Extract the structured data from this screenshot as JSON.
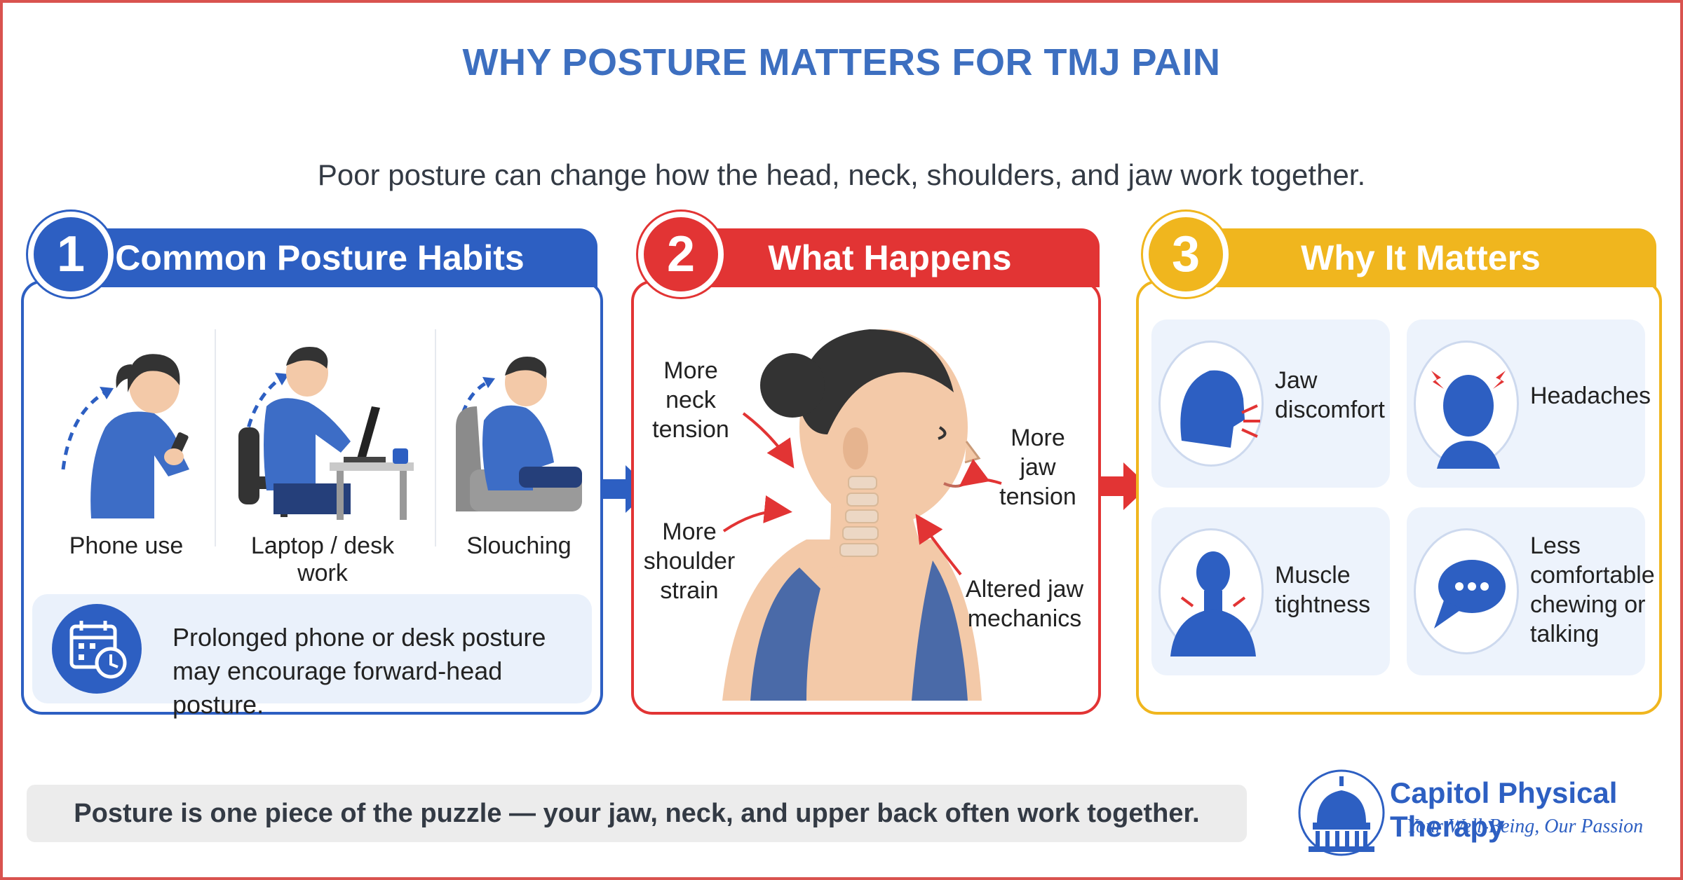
{
  "title": "WHY POSTURE MATTERS FOR TMJ PAIN",
  "subtitle": "Poor posture can change how the head, neck, shoulders, and jaw work together.",
  "colors": {
    "blue": "#2d5fc2",
    "red": "#e23434",
    "yellow": "#f0b61e",
    "title": "#3d6fc0"
  },
  "sections": [
    {
      "number": "1",
      "heading": "Common Posture Habits",
      "habits": [
        {
          "label": "Phone use",
          "icon": "person-phone-icon"
        },
        {
          "label": "Laptop / desk work",
          "icon": "person-laptop-icon"
        },
        {
          "label": "Slouching",
          "icon": "person-slouching-icon"
        }
      ],
      "note_icon": "calendar-clock-icon",
      "note_line1": "Prolonged phone or desk posture",
      "note_line2": "may encourage forward-head posture."
    },
    {
      "number": "2",
      "heading": "What Happens",
      "labels": {
        "neck": [
          "More",
          "neck",
          "tension"
        ],
        "shoulder": [
          "More",
          "shoulder",
          "strain"
        ],
        "jaw": [
          "More",
          "jaw",
          "tension"
        ],
        "mechanics": [
          "Altered jaw",
          "mechanics"
        ]
      }
    },
    {
      "number": "3",
      "heading": "Why It Matters",
      "cards": [
        {
          "lines": [
            "Jaw",
            "discomfort"
          ],
          "icon": "jaw-pain-icon"
        },
        {
          "lines": [
            "Headaches"
          ],
          "icon": "headache-icon"
        },
        {
          "lines": [
            "Muscle",
            "tightness"
          ],
          "icon": "neck-muscle-icon"
        },
        {
          "lines": [
            "Less",
            "comfortable",
            "chewing or",
            "talking"
          ],
          "icon": "speech-bubble-icon"
        }
      ]
    }
  ],
  "footer": "Posture is one piece of the puzzle — your jaw, neck, and upper back often work together.",
  "brand": {
    "name": "Capitol Physical Therapy",
    "tagline": "Your Well-Being, Our Passion",
    "logo_icon": "capitol-dome-logo"
  }
}
